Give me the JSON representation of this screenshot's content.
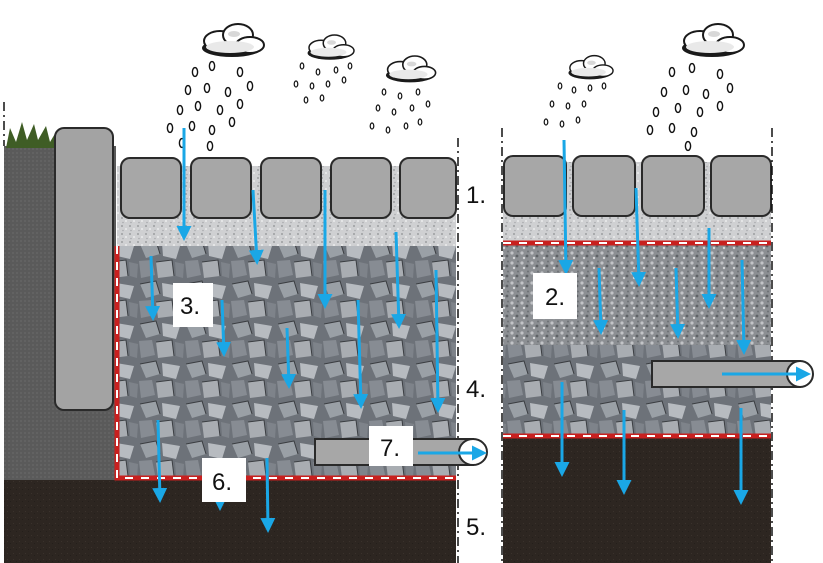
{
  "labels": {
    "l1": "1.",
    "l2": "2.",
    "l3": "3.",
    "l4": "4.",
    "l5": "5.",
    "l6": "6.",
    "l7": "7."
  },
  "icons": {
    "cloud": "rain-cloud-icon"
  },
  "colors": {
    "water_arrow": "#1aa7e6",
    "geotextile": "#c8201f",
    "soil": "#2d2621",
    "stone": "#8d9299",
    "paver": "#a7a7a7",
    "bedding": "#cfcfcf",
    "grass": "#3f5d25"
  }
}
